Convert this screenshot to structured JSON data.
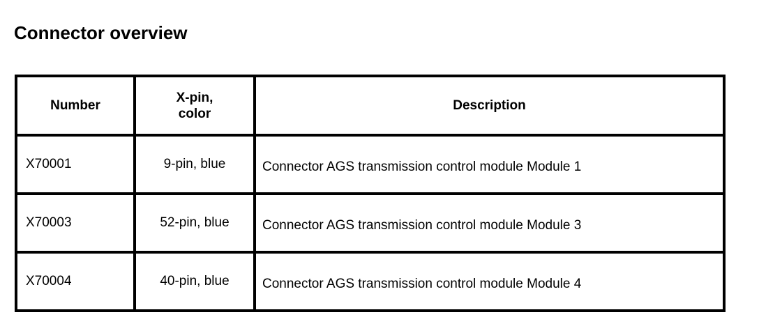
{
  "page": {
    "title": "Connector overview",
    "background_color": "#ffffff",
    "text_color": "#000000",
    "border_color": "#000000"
  },
  "table": {
    "headers": {
      "number": "Number",
      "xpin_line1": "X-pin,",
      "xpin_line2": "color",
      "description": "Description"
    },
    "rows": [
      {
        "number": "X70001",
        "xpin_color": "9-pin, blue",
        "description": "Connector AGS transmission control module Module 1"
      },
      {
        "number": "X70003",
        "xpin_color": "52-pin, blue",
        "description": "Connector AGS transmission control module Module 3"
      },
      {
        "number": "X70004",
        "xpin_color": "40-pin, blue",
        "description": "Connector AGS transmission control module Module 4"
      }
    ]
  }
}
